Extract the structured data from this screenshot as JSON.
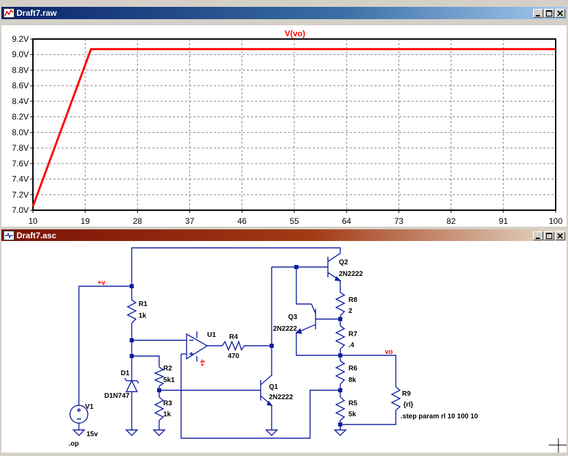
{
  "plot_window": {
    "title": "Draft7.raw",
    "trace_label": "V(vo)",
    "colors": {
      "trace": "#ff0000",
      "grid": "#808080",
      "titlebar": "#0a246a"
    }
  },
  "chart_data": {
    "type": "line",
    "title": "V(vo)",
    "xlabel": "",
    "ylabel": "",
    "xlim": [
      10,
      100
    ],
    "ylim": [
      7.0,
      9.2
    ],
    "x_ticks": [
      "10",
      "19",
      "28",
      "37",
      "46",
      "55",
      "64",
      "73",
      "82",
      "91",
      "100"
    ],
    "y_ticks": [
      "9.2V",
      "9.0V",
      "8.8V",
      "8.6V",
      "8.4V",
      "8.2V",
      "8.0V",
      "7.8V",
      "7.6V",
      "7.4V",
      "7.2V",
      "7.0V"
    ],
    "grid": true,
    "series": [
      {
        "name": "V(vo)",
        "x": [
          10,
          20,
          30,
          40,
          50,
          60,
          70,
          80,
          90,
          100
        ],
        "y": [
          7.05,
          9.07,
          9.07,
          9.07,
          9.07,
          9.07,
          9.07,
          9.07,
          9.07,
          9.07
        ]
      }
    ]
  },
  "schematic_window": {
    "title": "Draft7.asc",
    "net_labels": {
      "vplus": "+v",
      "vo": "vo"
    },
    "components": {
      "R1": {
        "name": "R1",
        "value": "1k"
      },
      "R2": {
        "name": "R2",
        "value": "5k1"
      },
      "R3": {
        "name": "R3",
        "value": "1k"
      },
      "R4": {
        "name": "R4",
        "value": "470"
      },
      "R5": {
        "name": "R5",
        "value": "5k"
      },
      "R6": {
        "name": "R6",
        "value": "8k"
      },
      "R7": {
        "name": "R7",
        "value": ".4"
      },
      "R8": {
        "name": "R8",
        "value": "2"
      },
      "R9": {
        "name": "R9",
        "value": "{rl}"
      },
      "D1": {
        "name": "D1",
        "value": "D1N747"
      },
      "U1": {
        "name": "U1"
      },
      "Q1": {
        "name": "Q1",
        "value": "2N2222"
      },
      "Q2": {
        "name": "Q2",
        "value": "2N2222"
      },
      "Q3": {
        "name": "Q3",
        "value": "2N2222"
      },
      "V1": {
        "name": "V1",
        "value": "15v"
      }
    },
    "directives": {
      "op": ".op",
      "step": ".step param rl 10 100 10"
    },
    "opamp_pin": "4+"
  },
  "window_buttons": [
    "minimize",
    "maximize",
    "close"
  ]
}
